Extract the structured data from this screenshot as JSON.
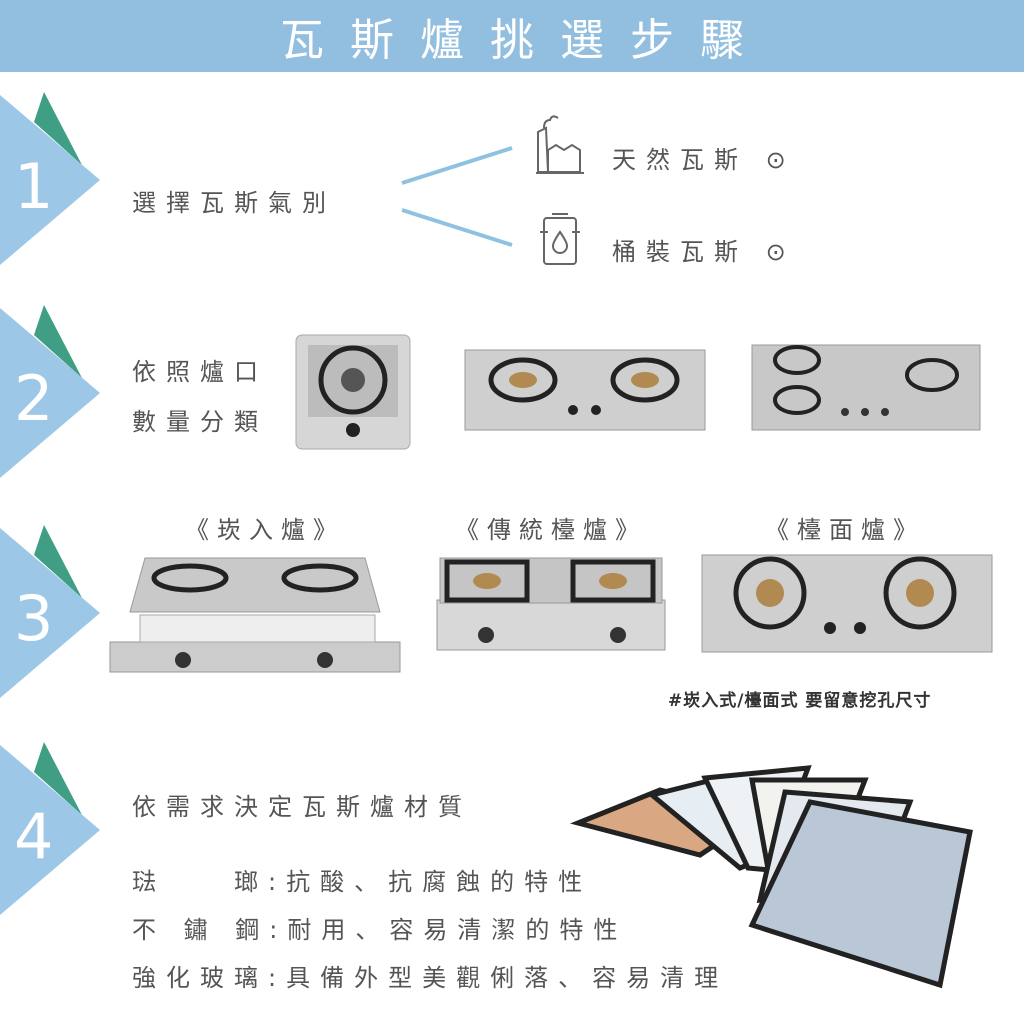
{
  "title": "瓦斯爐挑選步驟",
  "colors": {
    "header": "#92bfe0",
    "marker": "#9cc7e6",
    "marker_accent": "#3f9e84",
    "line": "#8fc1e0"
  },
  "steps": [
    {
      "number": "1",
      "label": "選擇瓦斯氣別",
      "options": [
        {
          "icon": "factory-icon",
          "label": "天然瓦斯 ⊙"
        },
        {
          "icon": "gas-tank-icon",
          "label": "桶裝瓦斯 ⊙"
        }
      ]
    },
    {
      "number": "2",
      "label_lines": [
        "依照爐口",
        "數量分類"
      ]
    },
    {
      "number": "3",
      "types": [
        "《崁入爐》",
        "《傳統檯爐》",
        "《檯面爐》"
      ],
      "note": "#崁入式/檯面式 要留意挖孔尺寸"
    },
    {
      "number": "4",
      "label": "依需求決定瓦斯爐材質",
      "materials": [
        {
          "name": "琺　　瑯",
          "desc": ":抗酸、抗腐蝕的特性"
        },
        {
          "name": "不 鏽 鋼",
          "desc": ":耐用、容易清潔的特性"
        },
        {
          "name": "強化玻璃",
          "desc": ":具備外型美觀俐落、容易清理"
        }
      ]
    }
  ]
}
